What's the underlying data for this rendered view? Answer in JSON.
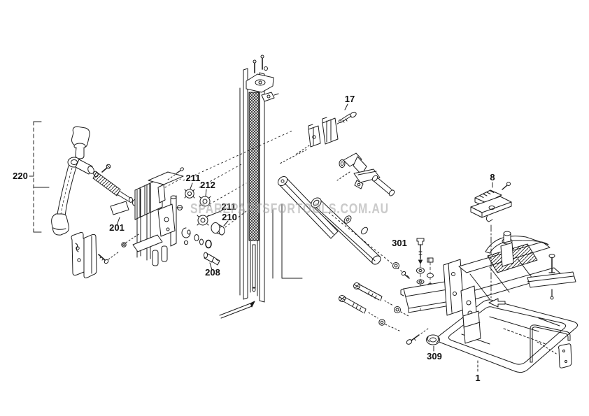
{
  "watermark": {
    "text": "SPAREPARTSFORTOOLS.COM.AU"
  },
  "diagram": {
    "type": "exploded-parts-diagram",
    "background": "#ffffff",
    "line_color": "#1c1c1c",
    "watermark_color": "#c8c8c8",
    "part_labels": [
      {
        "id": "220",
        "text": "220"
      },
      {
        "id": "201",
        "text": "201"
      },
      {
        "id": "211a",
        "text": "211"
      },
      {
        "id": "212",
        "text": "212"
      },
      {
        "id": "211b",
        "text": "211"
      },
      {
        "id": "210",
        "text": "210"
      },
      {
        "id": "208",
        "text": "208"
      },
      {
        "id": "17",
        "text": "17"
      },
      {
        "id": "8",
        "text": "8"
      },
      {
        "id": "301",
        "text": "301"
      },
      {
        "id": "309",
        "text": "309"
      },
      {
        "id": "1",
        "text": "1"
      }
    ]
  }
}
